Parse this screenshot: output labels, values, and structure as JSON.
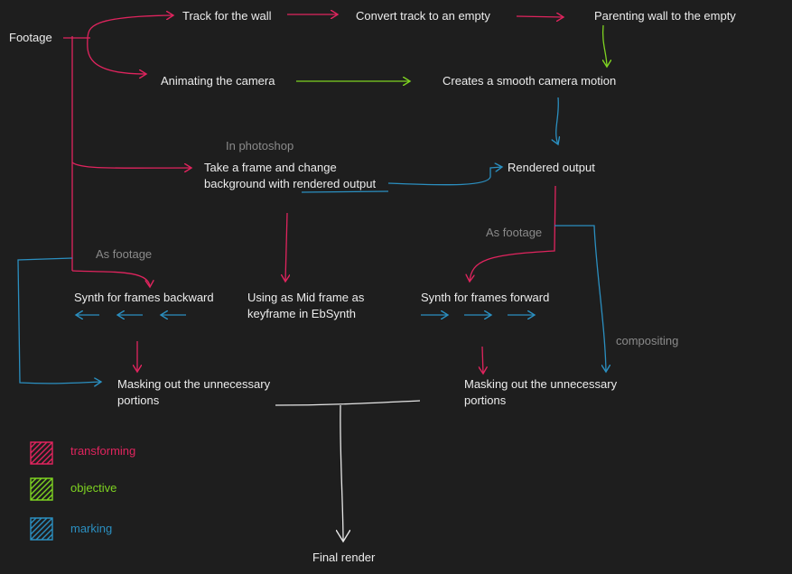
{
  "colors": {
    "transforming": "#e0245e",
    "objective": "#7ed321",
    "marking": "#2b8fc0",
    "white": "#e6e6e6",
    "note": "#8a8a8a"
  },
  "nodes": {
    "footage": "Footage",
    "track_wall": "Track for the wall",
    "convert_track": "Convert track to an empty",
    "parenting_wall": "Parenting wall to the empty",
    "animating_camera": "Animating the camera",
    "smooth_motion": "Creates a smooth camera motion",
    "take_frame_line1": "Take a frame and change",
    "take_frame_line2": "background with rendered output",
    "rendered_output": "Rendered output",
    "synth_backward": "Synth for frames backward",
    "mid_frame_line1": "Using as Mid frame as",
    "mid_frame_line2": "keyframe in EbSynth",
    "synth_forward": "Synth for frames forward",
    "mask_left_line1": "Masking out the unnecessary",
    "mask_left_line2": "portions",
    "mask_right_line1": "Masking out the unnecessary",
    "mask_right_line2": "portions",
    "final_render": "Final render"
  },
  "notes": {
    "in_photoshop": "In photoshop",
    "as_footage_left": "As footage",
    "as_footage_right": "As footage",
    "compositing": "compositing"
  },
  "legend": [
    {
      "label": "transforming",
      "color": "#e0245e"
    },
    {
      "label": "objective",
      "color": "#7ed321"
    },
    {
      "label": "marking",
      "color": "#2b8fc0"
    }
  ]
}
